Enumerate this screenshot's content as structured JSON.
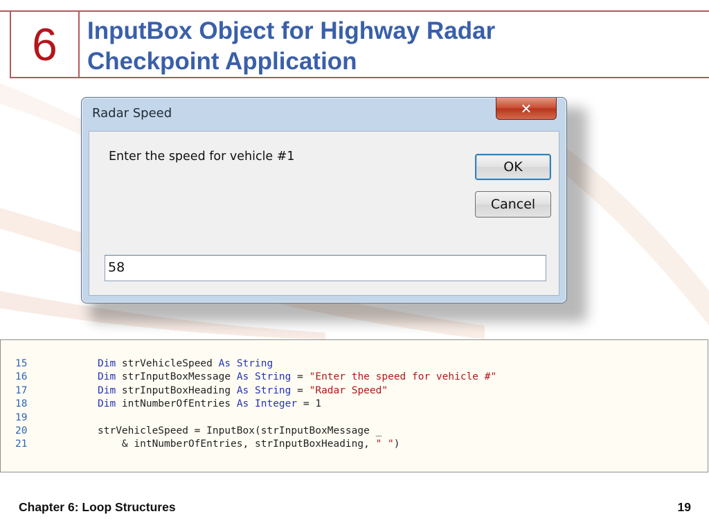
{
  "slide": {
    "chapter_number": "6",
    "title_line1": "InputBox Object for Highway Radar",
    "title_line2": "Checkpoint Application",
    "footer_left": "Chapter 6: Loop Structures",
    "page_number": "19",
    "accent_color": "#b3595b",
    "title_color": "#3a5fa9"
  },
  "dialog": {
    "title": "Radar Speed",
    "close_glyph": "✕",
    "prompt": "Enter the speed for vehicle #1",
    "ok_label": "OK",
    "cancel_label": "Cancel",
    "input_value": "58"
  },
  "code": {
    "lines": [
      {
        "num": "15",
        "segments": [
          {
            "t": "Dim",
            "c": "kw"
          },
          {
            "t": " strVehicleSpeed ",
            "c": ""
          },
          {
            "t": "As",
            "c": "kw"
          },
          {
            "t": " ",
            "c": ""
          },
          {
            "t": "String",
            "c": "kw"
          }
        ]
      },
      {
        "num": "16",
        "segments": [
          {
            "t": "Dim",
            "c": "kw"
          },
          {
            "t": " strInputBoxMessage ",
            "c": ""
          },
          {
            "t": "As",
            "c": "kw"
          },
          {
            "t": " ",
            "c": ""
          },
          {
            "t": "String",
            "c": "kw"
          },
          {
            "t": " = ",
            "c": ""
          },
          {
            "t": "\"Enter the speed for vehicle #\"",
            "c": "str"
          }
        ]
      },
      {
        "num": "17",
        "segments": [
          {
            "t": "Dim",
            "c": "kw"
          },
          {
            "t": " strInputBoxHeading ",
            "c": ""
          },
          {
            "t": "As",
            "c": "kw"
          },
          {
            "t": " ",
            "c": ""
          },
          {
            "t": "String",
            "c": "kw"
          },
          {
            "t": " = ",
            "c": ""
          },
          {
            "t": "\"Radar Speed\"",
            "c": "str"
          }
        ]
      },
      {
        "num": "18",
        "segments": [
          {
            "t": "Dim",
            "c": "kw"
          },
          {
            "t": " intNumberOfEntries ",
            "c": ""
          },
          {
            "t": "As",
            "c": "kw"
          },
          {
            "t": " ",
            "c": ""
          },
          {
            "t": "Integer",
            "c": "kw"
          },
          {
            "t": " = 1",
            "c": ""
          }
        ]
      },
      {
        "num": "19",
        "segments": []
      },
      {
        "num": "20",
        "segments": [
          {
            "t": "strVehicleSpeed = InputBox(strInputBoxMessage _",
            "c": ""
          }
        ]
      },
      {
        "num": "21",
        "segments": [
          {
            "t": "    & intNumberOfEntries, strInputBoxHeading, ",
            "c": ""
          },
          {
            "t": "\" \"",
            "c": "str"
          },
          {
            "t": ")",
            "c": ""
          }
        ]
      }
    ]
  }
}
